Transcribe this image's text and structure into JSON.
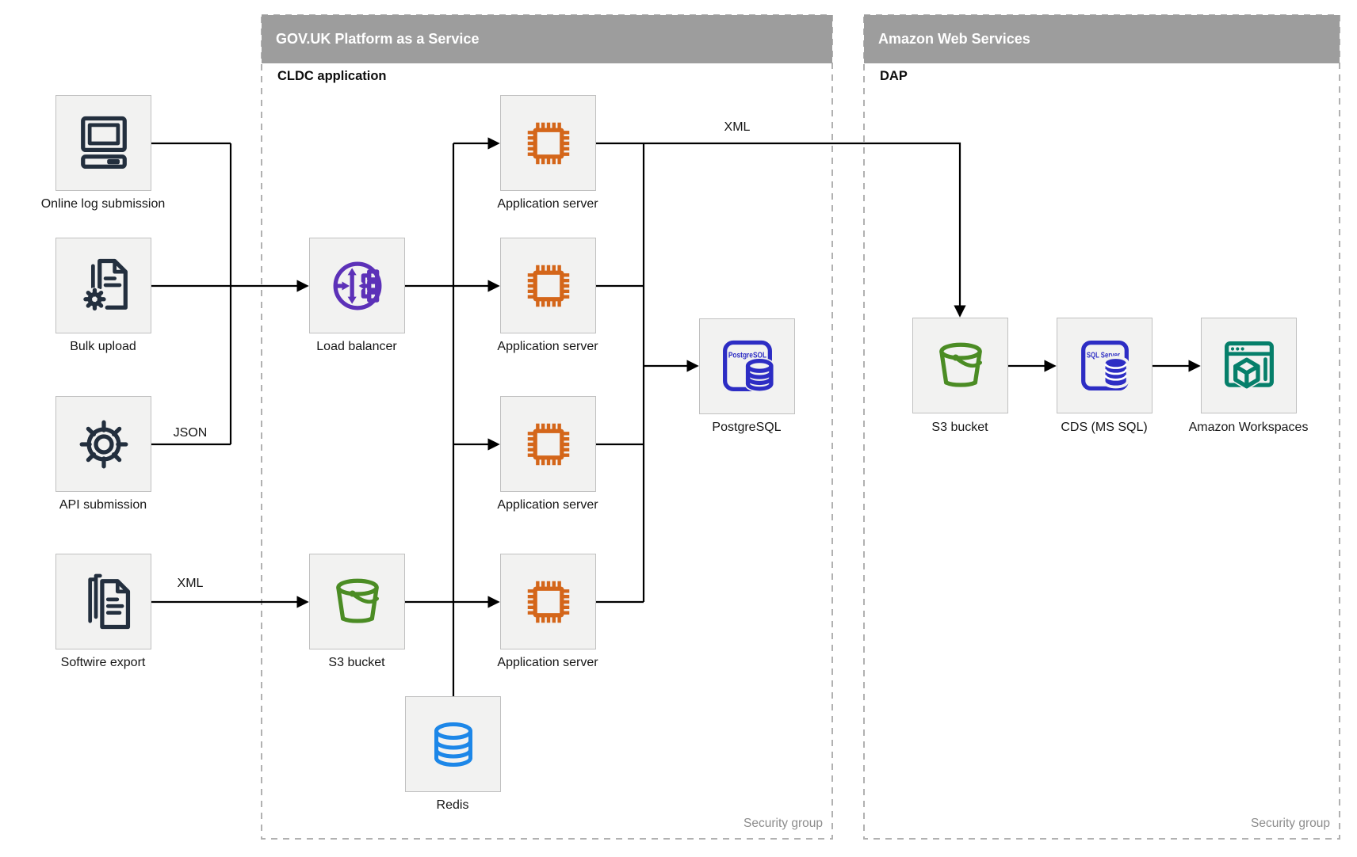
{
  "diagram": {
    "containers": {
      "paas": {
        "header": "GOV.UK Platform as a Service",
        "sublabel": "CLDC application",
        "footer": "Security group"
      },
      "aws": {
        "header": "Amazon Web Services",
        "sublabel": "DAP",
        "footer": "Security group"
      }
    },
    "nodes": {
      "online_log": {
        "label": "Online log submission"
      },
      "bulk_upload": {
        "label": "Bulk upload"
      },
      "api_submission": {
        "label": "API submission"
      },
      "softwire_export": {
        "label": "Softwire export"
      },
      "load_balancer": {
        "label": "Load balancer"
      },
      "app_server_1": {
        "label": "Application server"
      },
      "app_server_2": {
        "label": "Application server"
      },
      "app_server_3": {
        "label": "Application server"
      },
      "app_server_4": {
        "label": "Application server"
      },
      "postgresql": {
        "label": "PostgreSQL",
        "icon_text": "PostgreSQL"
      },
      "s3_paas": {
        "label": "S3 bucket"
      },
      "redis": {
        "label": "Redis"
      },
      "s3_aws": {
        "label": "S3 bucket"
      },
      "cds": {
        "label": "CDS (MS SQL)",
        "icon_text": "SQL Server"
      },
      "workspaces": {
        "label": "Amazon Workspaces"
      }
    },
    "edge_labels": {
      "json": "JSON",
      "xml_softwire": "XML",
      "xml_top": "XML"
    },
    "colors": {
      "navy": "#232f3e",
      "orange": "#d4661a",
      "purple": "#5c31b8",
      "green": "#4b8c24",
      "postgres-blue": "#2d2dc4",
      "redis-blue": "#1d87e8",
      "teal": "#067f6a",
      "header-gray": "#9d9d9d",
      "line-black": "#000000",
      "muted-gray": "#8d8d8d"
    }
  }
}
